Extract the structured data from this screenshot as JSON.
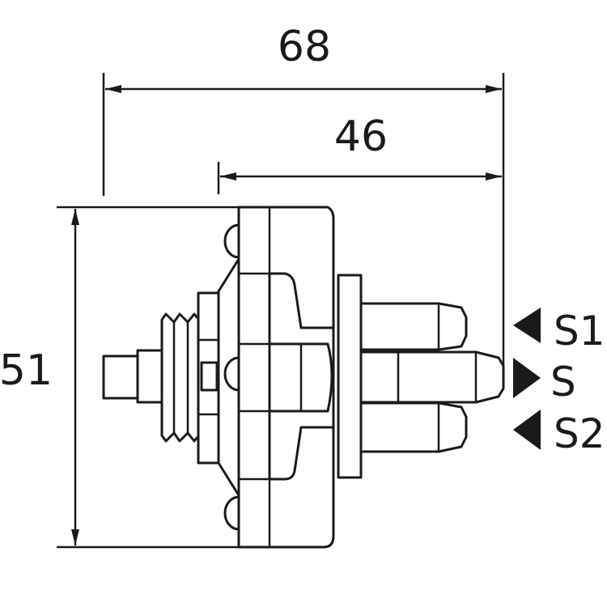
{
  "dimensions": {
    "overall_length": "68",
    "pin_length": "46",
    "height": "51"
  },
  "connection_labels": [
    {
      "label": "S1",
      "arrow": "left"
    },
    {
      "label": "S",
      "arrow": "right"
    },
    {
      "label": "S2",
      "arrow": "left"
    }
  ],
  "colors": {
    "line": "#1a1a1a",
    "background": "#ffffff"
  }
}
